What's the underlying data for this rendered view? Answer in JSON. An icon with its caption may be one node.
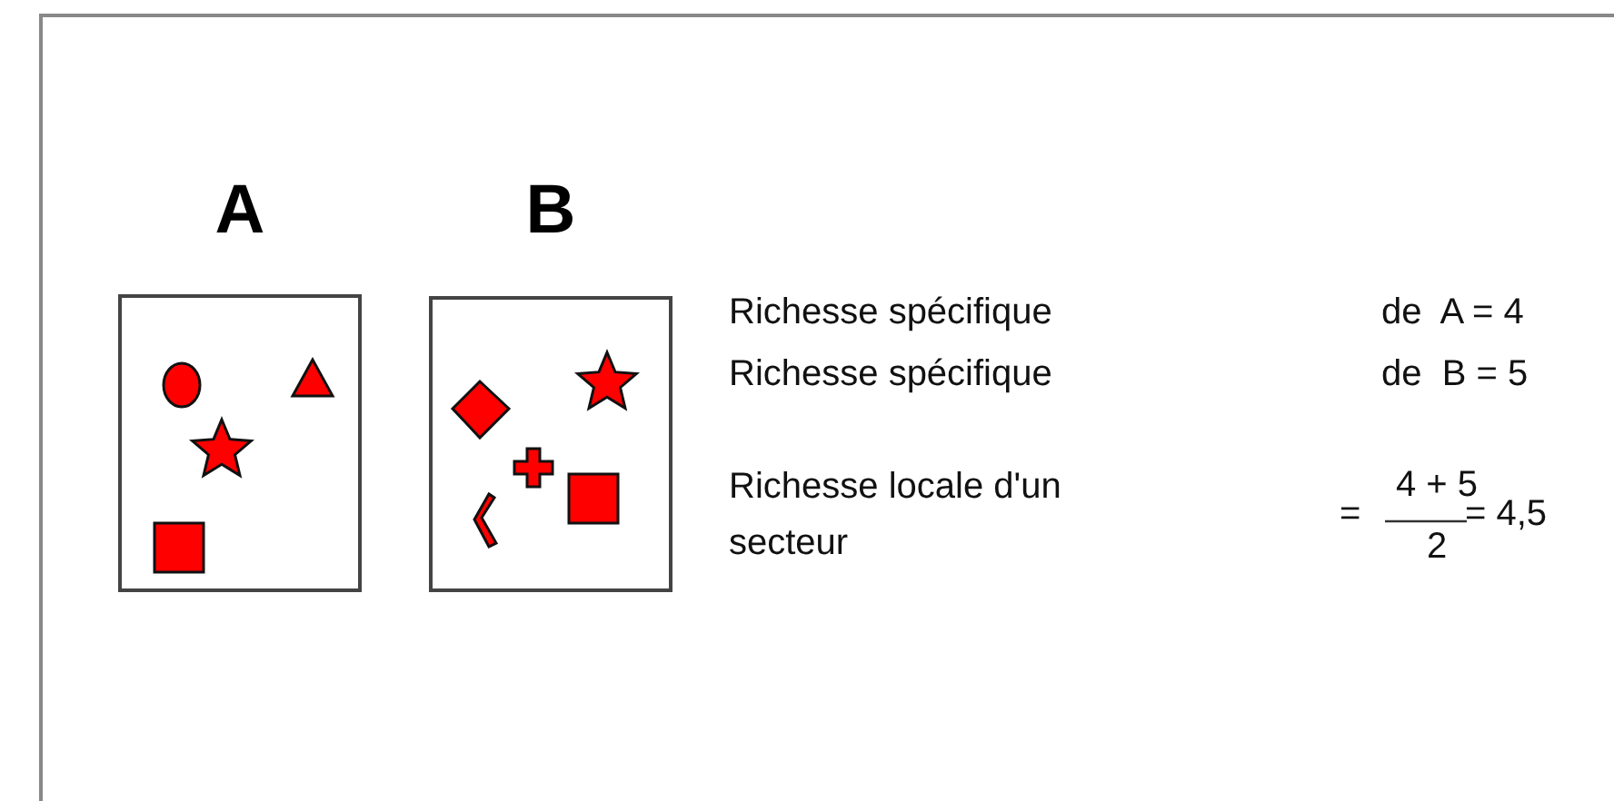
{
  "diagram": {
    "nodes": [
      {
        "text": [
          "A"
        ]
      },
      {
        "text": [
          "B"
        ]
      }
    ],
    "labels": [
      "Richesse spécifique",
      "de  A = 4",
      "Richesse spécifique",
      "de  B = 5",
      "Richesse locale d'un secteur",
      "=",
      "4 + 5",
      "2",
      "= 4,5"
    ]
  }
}
